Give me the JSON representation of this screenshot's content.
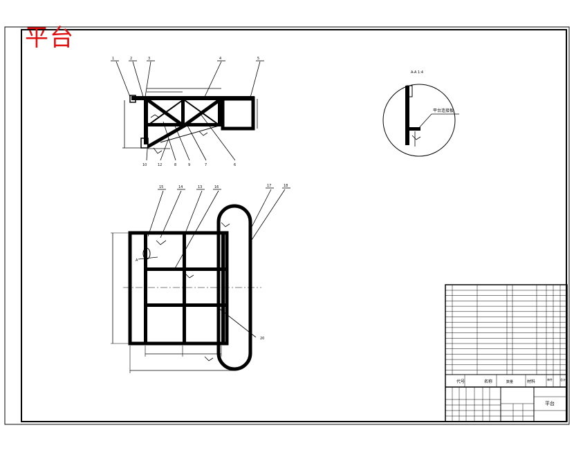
{
  "stamp": {
    "title": "平台",
    "color": "#e01010"
  },
  "front_view": {
    "callouts_top": [
      "1",
      "2",
      "3",
      "4",
      "5"
    ],
    "callouts_bottom": [
      "10",
      "12",
      "8",
      "9",
      "7",
      "6"
    ]
  },
  "detail": {
    "label": "A-A 1:4",
    "note": "平台连接板"
  },
  "plan_view": {
    "callouts_top": [
      "15",
      "14",
      "13",
      "16",
      "17",
      "18"
    ],
    "callouts_side": [
      "20"
    ],
    "section_mark": "A"
  },
  "title_block": {
    "headers": [
      "代号",
      "名称",
      "数量",
      "材料",
      "单件",
      "总计"
    ],
    "drawing_title": "平台"
  }
}
